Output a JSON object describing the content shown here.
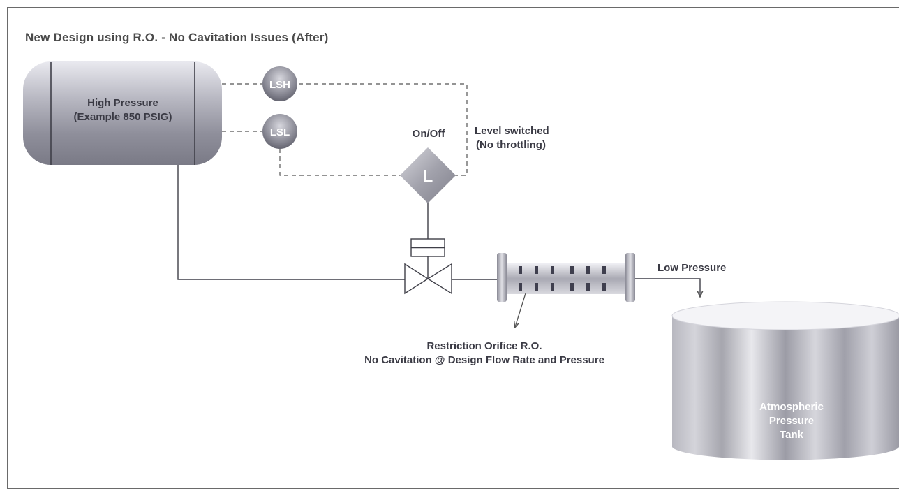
{
  "title": "New Design using R.O. - No Cavitation Issues (After)",
  "vessel": {
    "line1": "High Pressure",
    "line2": "(Example 850 PSIG)"
  },
  "switches": {
    "high": "LSH",
    "low": "LSL"
  },
  "controller": {
    "letter": "L",
    "mode": "On/Off"
  },
  "annotation": {
    "line1": "Level switched",
    "line2": "(No throttling)"
  },
  "orifice": {
    "line1": "Restriction Orifice R.O.",
    "line2": "No Cavitation @ Design Flow Rate and Pressure"
  },
  "outlet_label": "Low Pressure",
  "tank": {
    "line1": "Atmospheric",
    "line2": "Pressure",
    "line3": "Tank"
  }
}
